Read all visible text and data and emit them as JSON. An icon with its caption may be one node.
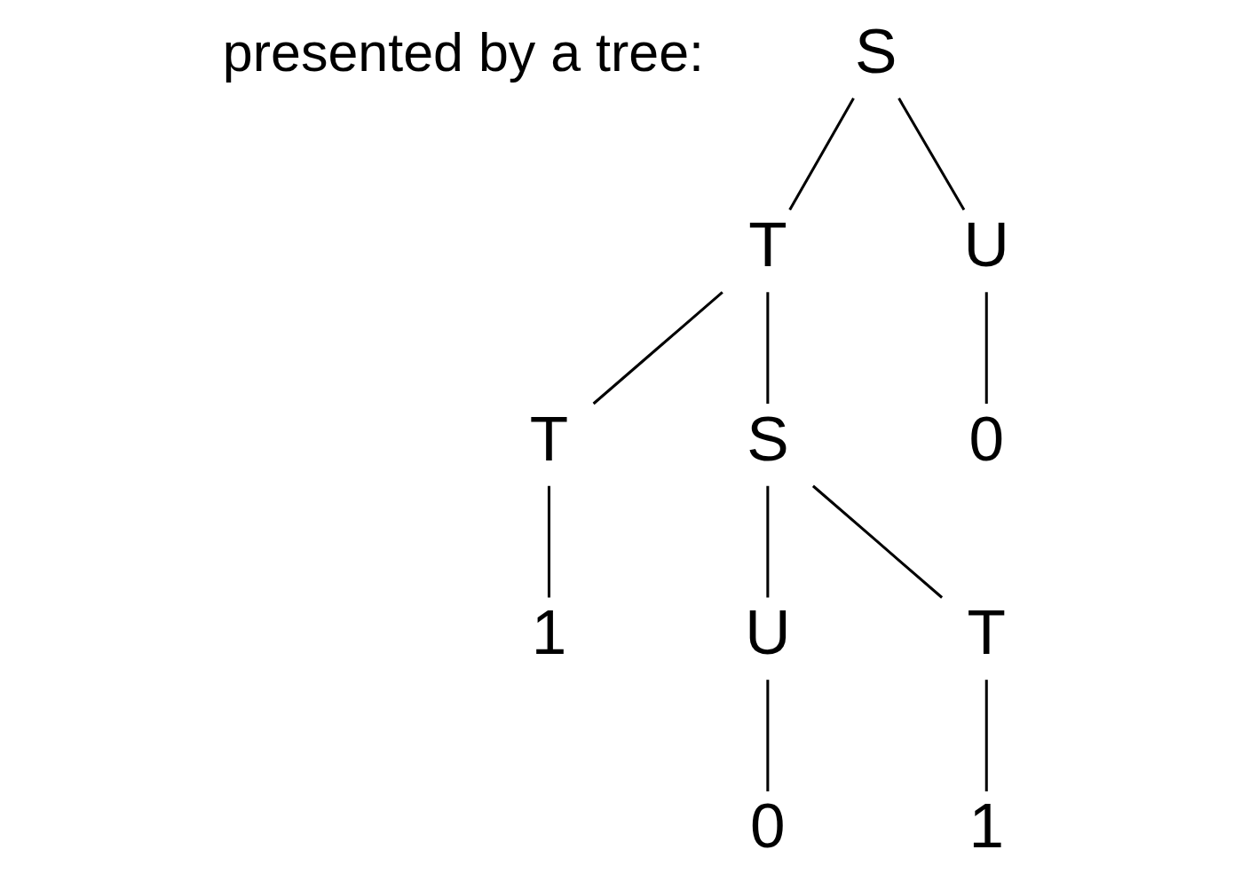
{
  "diagram": {
    "nodes": [
      {
        "text": [
          "S"
        ]
      },
      {
        "text": [
          "T"
        ]
      },
      {
        "text": [
          "U"
        ]
      },
      {
        "text": [
          "T"
        ]
      },
      {
        "text": [
          "S"
        ]
      },
      {
        "text": [
          "0"
        ]
      },
      {
        "text": [
          "1"
        ]
      },
      {
        "text": [
          "U"
        ]
      },
      {
        "text": [
          "T"
        ]
      },
      {
        "text": [
          "0"
        ]
      },
      {
        "text": [
          "1"
        ]
      }
    ],
    "edges": [
      {
        "from": 0,
        "to": 1,
        "arrow": "none"
      },
      {
        "from": 0,
        "to": 2,
        "arrow": "none"
      },
      {
        "from": 1,
        "to": 3,
        "arrow": "none"
      },
      {
        "from": 1,
        "to": 4,
        "arrow": "none"
      },
      {
        "from": 2,
        "to": 5,
        "arrow": "none"
      },
      {
        "from": 3,
        "to": 6,
        "arrow": "none"
      },
      {
        "from": 4,
        "to": 7,
        "arrow": "none"
      },
      {
        "from": 4,
        "to": 8,
        "arrow": "none"
      },
      {
        "from": 7,
        "to": 9,
        "arrow": "none"
      },
      {
        "from": 8,
        "to": 10,
        "arrow": "none"
      }
    ],
    "labels": [
      "presented by a tree:"
    ]
  }
}
